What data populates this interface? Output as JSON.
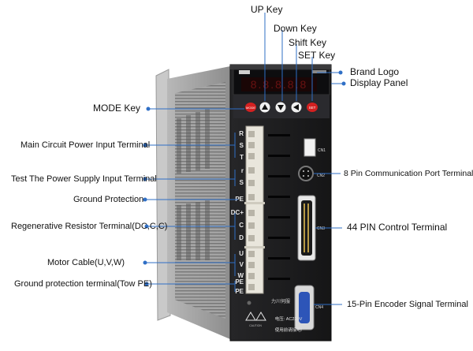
{
  "labels": {
    "up_key": "UP Key",
    "down_key": "Down Key",
    "shift_key": "Shift Key",
    "set_key": "SET Key",
    "brand_logo": "Brand Logo",
    "display_panel": "Display Panel",
    "mode_key": "MODE Key",
    "main_power": "Main Circuit Power Input Terminal",
    "test_power": "Test The Power Supply Input Terminal",
    "ground_protection": "Ground Protection",
    "regen_resistor": "Regenerative Resistor Terminal(DC,C,C)",
    "motor_cable": "Motor Cable(U,V,W)",
    "ground_tow": "Ground protection terminal(Tow PE)",
    "comm_port": "8 Pin Communication Port Terminal",
    "control_terminal": "44 PIN Control Terminal",
    "encoder_terminal": "15-Pin Encoder Signal Terminal"
  },
  "device": {
    "display_digits": "8.8.8.8.8",
    "mode_button": "MODE",
    "set_button": "SET",
    "terminal_letters": [
      "R",
      "S",
      "T",
      "r",
      "S",
      "PE",
      "DC+",
      "C",
      "D",
      "U",
      "V",
      "W",
      "PE",
      "PE"
    ],
    "connector_labels": [
      "CN1",
      "CN2",
      "CN3",
      "CN4"
    ],
    "brand_text": "力川伺服",
    "voltage_text": "电压: AC220V",
    "grounding_text": "使用前请接地!",
    "caution_text": "CAUTION"
  },
  "colors": {
    "line": "#2f6fc6",
    "accent_red": "#d42020",
    "panel_dark": "#1c1c1e",
    "heatsink": "#9a9a9a"
  }
}
